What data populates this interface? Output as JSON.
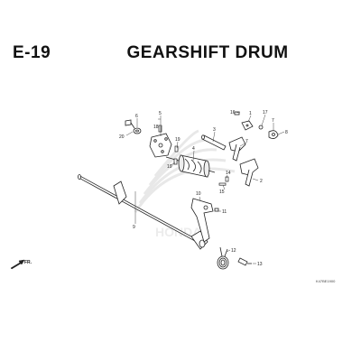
{
  "header": {
    "code": "E-19",
    "title": "GEARSHIFT DRUM"
  },
  "callouts": {
    "p1": "1",
    "p2": "2",
    "p3": "3",
    "p4": "4",
    "p5": "5",
    "p6": "6",
    "p7": "7",
    "p8": "8",
    "p9": "9",
    "p10": "10",
    "p11": "11",
    "p12": "12",
    "p13": "13",
    "p14": "14",
    "p15": "15",
    "p16": "16",
    "p17": "17",
    "p18": "18",
    "p19a": "19",
    "p19b": "19",
    "p20": "20"
  },
  "direction_label": "FR.",
  "reference_code": "K47BE1900",
  "watermark_text": "HONDA"
}
